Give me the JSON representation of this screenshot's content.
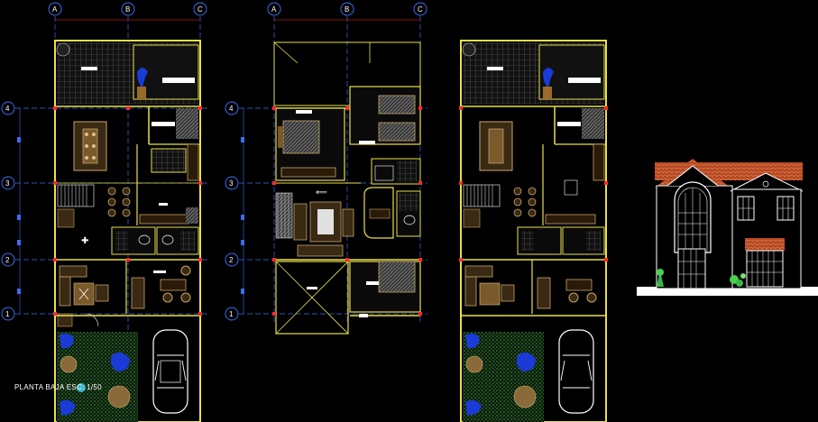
{
  "caption": "PLANTA BAJA   ESC: 1/50",
  "grid_columns": [
    "A",
    "B",
    "C"
  ],
  "grid_rows": [
    "4",
    "3",
    "2",
    "1"
  ],
  "colors": {
    "background": "#000000",
    "wall": "#e8e04a",
    "grid_line": "#3a6df0",
    "dim_tick": "#ff2a2a",
    "furniture": "#c9a46a",
    "tile": "#7a7a7a",
    "garden": "#2f9a3a",
    "water": "#1a3bd6",
    "roof": "#c2502a",
    "facade": "#ffffff"
  },
  "icons": [
    "car-icon",
    "stair-icon",
    "tree-icon",
    "bed-icon",
    "dining-table-icon",
    "sofa-icon"
  ]
}
